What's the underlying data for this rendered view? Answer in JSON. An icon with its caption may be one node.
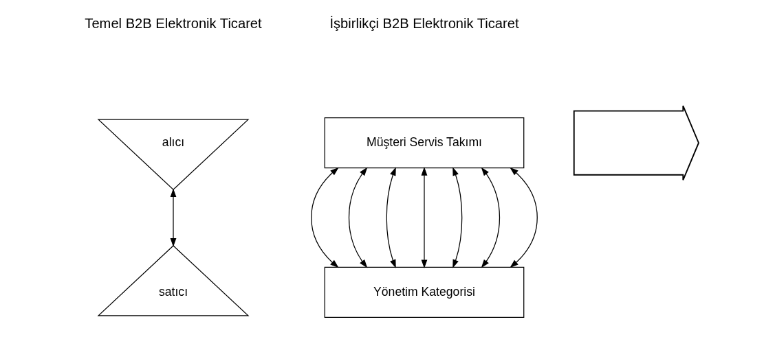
{
  "diagram": {
    "nodes": [
      {
        "text": [
          "alıcı"
        ]
      },
      {
        "text": [
          "satıcı"
        ]
      },
      {
        "text": [],
        "shape": "arrow"
      },
      {
        "text": [
          "Müşteri Servis Takımı"
        ]
      },
      {
        "text": [
          "Yönetim Kategorisi"
        ]
      }
    ],
    "edges": [
      {
        "from": 0,
        "to": 1,
        "arrow": "both"
      },
      {
        "from": 3,
        "to": 4,
        "arrow": "both"
      },
      {
        "from": 3,
        "to": 4,
        "arrow": "both"
      },
      {
        "from": 3,
        "to": 4,
        "arrow": "both"
      },
      {
        "from": 3,
        "to": 4,
        "arrow": "both"
      },
      {
        "from": 3,
        "to": 4,
        "arrow": "both"
      },
      {
        "from": 3,
        "to": 4,
        "arrow": "both"
      },
      {
        "from": 3,
        "to": 4,
        "arrow": "both"
      }
    ],
    "labels": [
      "Temel B2B Elektronik Ticaret",
      "İşbirlikçi B2B Elektronik Ticaret"
    ]
  }
}
